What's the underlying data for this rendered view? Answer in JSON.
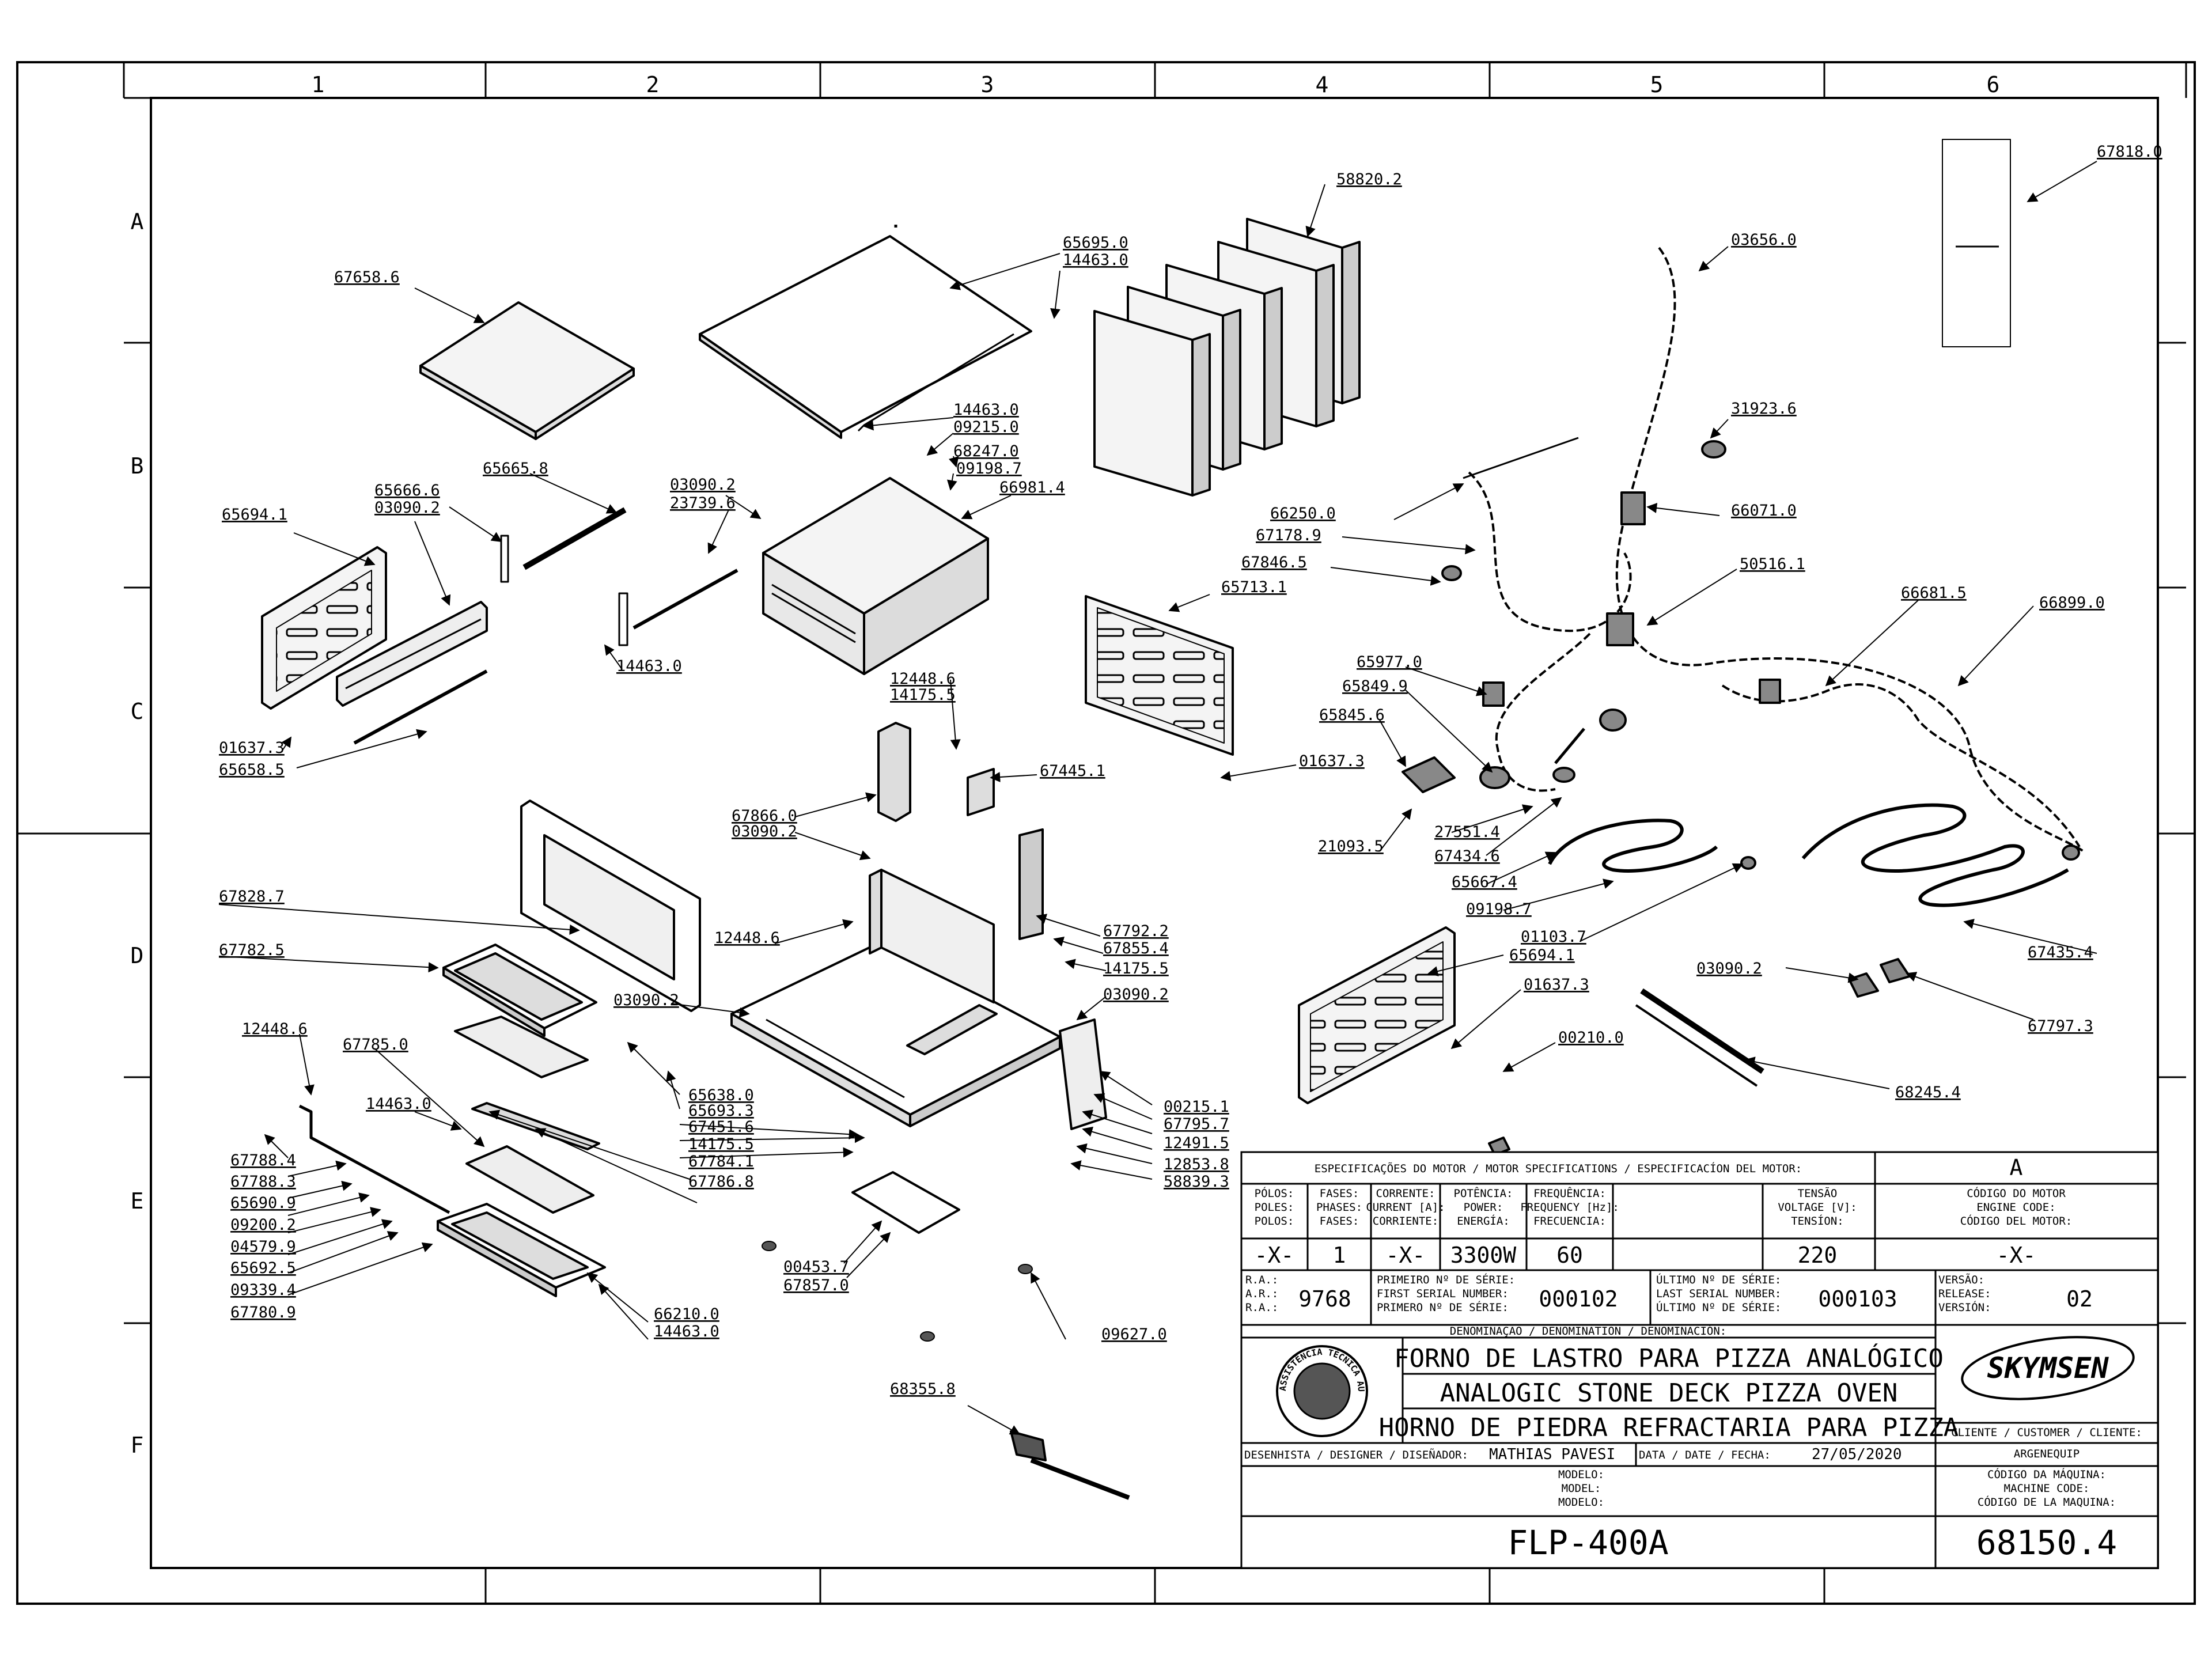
{
  "grid": {
    "columns": [
      "1",
      "2",
      "3",
      "4",
      "5",
      "6"
    ],
    "rows": [
      "A",
      "B",
      "C",
      "D",
      "E",
      "F"
    ]
  },
  "part_labels": [
    "58820.2",
    "67818.0",
    "65695.0",
    "14463.0",
    "67658.6",
    "03656.0",
    "31923.6",
    "14463.0",
    "09215.0",
    "68247.0",
    "09198.7",
    "66981.4",
    "65666.6",
    "03090.2",
    "65665.8",
    "03090.2",
    "23739.6",
    "65694.1",
    "66250.0",
    "67178.9",
    "66071.0",
    "67846.5",
    "50516.1",
    "65713.1",
    "66681.5",
    "66899.0",
    "14463.0",
    "12448.6",
    "14175.5",
    "65977.0",
    "65849.9",
    "65845.6",
    "01637.3",
    "65658.5",
    "01637.3",
    "67445.1",
    "67866.0",
    "03090.2",
    "21093.5",
    "27551.4",
    "67434.6",
    "65667.4",
    "09198.7",
    "67828.7",
    "12448.6",
    "67792.2",
    "67855.4",
    "14175.5",
    "01103.7",
    "65694.1",
    "03090.2",
    "01637.3",
    "67782.5",
    "03090.2",
    "03090.2",
    "67435.4",
    "67797.3",
    "12448.6",
    "67785.0",
    "00210.0",
    "14463.0",
    "65638.0",
    "65693.3",
    "67451.6",
    "14175.5",
    "67784.1",
    "67786.8",
    "00215.1",
    "67795.7",
    "12491.5",
    "12853.8",
    "58839.3",
    "68245.4",
    "67788.4",
    "67788.3",
    "65690.9",
    "09200.2",
    "04579.9",
    "65692.5",
    "09339.4",
    "67780.9",
    "00453.7",
    "67857.0",
    "66210.0",
    "14463.0",
    "09627.0",
    "68355.8"
  ],
  "title_block": {
    "motor_header": "ESPECIFICAÇÕES DO MOTOR / MOTOR SPECIFICATIONS / ESPECIFICACÍON DEL MOTOR:",
    "rev_letter": "A",
    "col_poles": [
      "PÓLOS:",
      "POLES:",
      "POLOS:"
    ],
    "col_phases": [
      "FASES:",
      "PHASES:",
      "FASES:"
    ],
    "col_current": [
      "CORRENTE:",
      "CURRENT [A]:",
      "CORRIENTE:"
    ],
    "col_power": [
      "POTÊNCIA:",
      "POWER:",
      "ENERGÍA:"
    ],
    "col_freq": [
      "FREQUÊNCIA:",
      "FREQUENCY [Hz]:",
      "FRECUENCIA:"
    ],
    "col_voltage": [
      "TENSÃO",
      "VOLTAGE [V]:",
      "TENSÍON:"
    ],
    "col_engine": [
      "CÓDIGO DO MOTOR",
      "ENGINE CODE:",
      "CÓDIGO DEL MOTOR:"
    ],
    "val_poles": "-X-",
    "val_phases": "1",
    "val_current": "-X-",
    "val_power": "3300W",
    "val_freq": "60",
    "val_voltage": "220",
    "val_engine": "-X-",
    "ra_labels": [
      "R.A.:",
      "A.R.:",
      "R.A.:"
    ],
    "ra_value": "9768",
    "first_serial_labels": [
      "PRIMEIRO Nº DE SÉRIE:",
      "FIRST SERIAL NUMBER:",
      "PRIMERO Nº DE SÉRIE:"
    ],
    "first_serial": "000102",
    "last_serial_labels": [
      "ÚLTIMO Nº DE SÉRIE:",
      "LAST SERIAL NUMBER:",
      "ÚLTIMO Nº DE SÉRIE:"
    ],
    "last_serial": "000103",
    "version_labels": [
      "VERSÃO:",
      "RELEASE:",
      "VERSIÓN:"
    ],
    "version": "02",
    "denomination_header": "DENOMINAÇÃO / DENOMINATION / DENOMINACIÓN:",
    "name_pt": "FORNO DE LASTRO PARA PIZZA ANALÓGICO",
    "name_en": "ANALOGIC STONE DECK PIZZA OVEN",
    "name_es": "HORNO DE PIEDRA REFRACTARIA PARA PIZZA",
    "seal_text": "ASSISTÊNCIA TÉCNICA AUTORIZADA",
    "brand": "SKYMSEN",
    "client_label": "CLIENTE / CUSTOMER / CLIENTE:",
    "client": "ARGENEQUIP",
    "designer_label": "DESENHISTA / DESIGNER / DISEÑADOR:",
    "designer": "MATHIAS PAVESI",
    "date_label": "DATA / DATE / FECHA:",
    "date": "27/05/2020",
    "model_labels": [
      "MODELO:",
      "MODEL:",
      "MODELO:"
    ],
    "machine_code_labels": [
      "CÓDIGO DA MÁQUINA:",
      "MACHINE CODE:",
      "CÓDIGO DE LA MAQUINA:"
    ],
    "model": "FLP-400A",
    "machine_code": "68150.4"
  },
  "colors": {
    "ink": "#000000",
    "paper": "#ffffff",
    "part_fill": "#f4f4f4",
    "shade": "#8a8a8a"
  }
}
